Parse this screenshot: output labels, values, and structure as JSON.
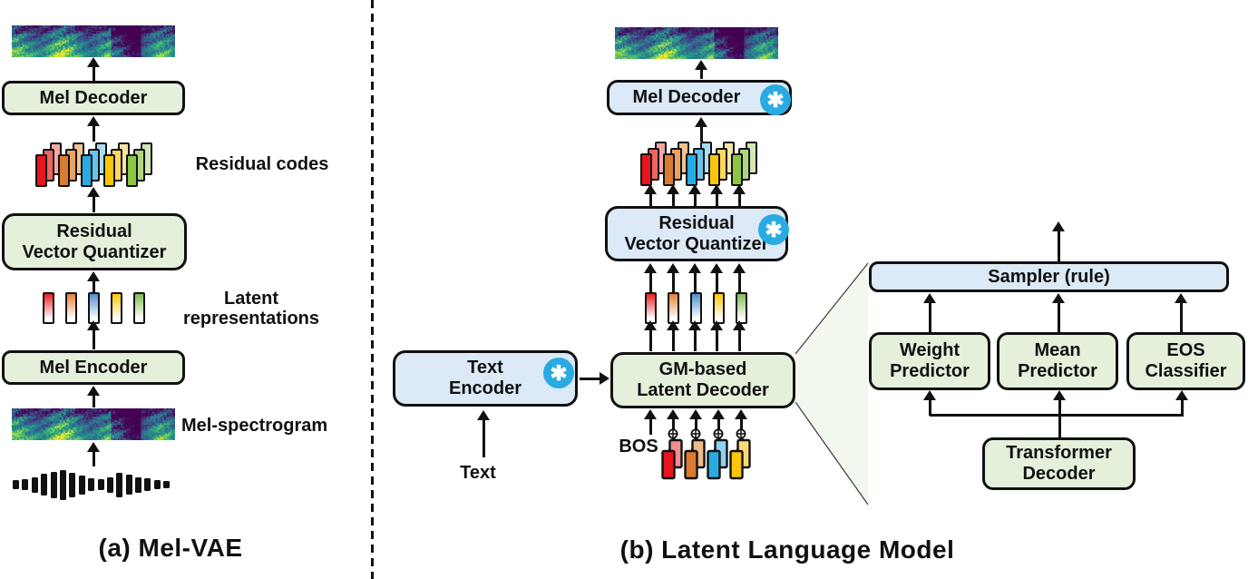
{
  "figure": {
    "panel_a": {
      "caption": "(a) Mel-VAE",
      "mel_decoder": "Mel Decoder",
      "rvq_line1": "Residual",
      "rvq_line2": "Vector Quantizer",
      "mel_encoder": "Mel Encoder",
      "residual_codes_label": "Residual codes",
      "latent_label_line1": "Latent",
      "latent_label_line2": "representations",
      "mel_spectrogram_label": "Mel-spectrogram"
    },
    "panel_b": {
      "caption": "(b) Latent Language Model",
      "mel_decoder": "Mel Decoder",
      "rvq_line1": "Residual",
      "rvq_line2": "Vector Quantizer",
      "text_encoder_line1": "Text",
      "text_encoder_line2": "Encoder",
      "gm_decoder_line1": "GM-based",
      "gm_decoder_line2": "Latent Decoder",
      "bos_label": "BOS",
      "text_input_label": "Text",
      "frozen_glyph": "✱",
      "sampler": "Sampler (rule)",
      "weight_line1": "Weight",
      "weight_line2": "Predictor",
      "mean_line1": "Mean",
      "mean_line2": "Predictor",
      "eos_line1": "EOS",
      "eos_line2": "Classifier",
      "transformer_line1": "Transformer",
      "transformer_line2": "Decoder"
    },
    "colors": {
      "box_green": "#e4f0da",
      "box_blue": "#dce9f6",
      "frozen_badge": "#29abe2",
      "outline": "#111111",
      "wedge_fill": "#f3f8ee",
      "code_groups": [
        [
          "#e8151d",
          "#ed6660",
          "#f3a8a3"
        ],
        [
          "#d97b31",
          "#e8a262",
          "#f0c492"
        ],
        [
          "#29abe2",
          "#67c4ec",
          "#abdcf4"
        ],
        [
          "#fdc60b",
          "#fbd75f",
          "#f7e6a4"
        ],
        [
          "#8cc645",
          "#b0d581",
          "#d2e7b4"
        ]
      ],
      "latent_tops": [
        "#ed2024",
        "#e2813c",
        "#4e8fd0",
        "#fdc60b",
        "#7fbf53"
      ],
      "bos_groups": [
        [
          "#e8151d",
          "#f08f8c"
        ],
        [
          "#d97b31",
          "#eebc8a"
        ],
        [
          "#29abe2",
          "#8fd2f1"
        ],
        [
          "#fdc60b",
          "#fada78"
        ]
      ]
    },
    "waveform_heights": [
      10,
      12,
      17,
      24,
      29,
      33,
      27,
      21,
      14,
      12,
      17,
      27,
      22,
      17,
      14,
      10,
      8
    ]
  }
}
